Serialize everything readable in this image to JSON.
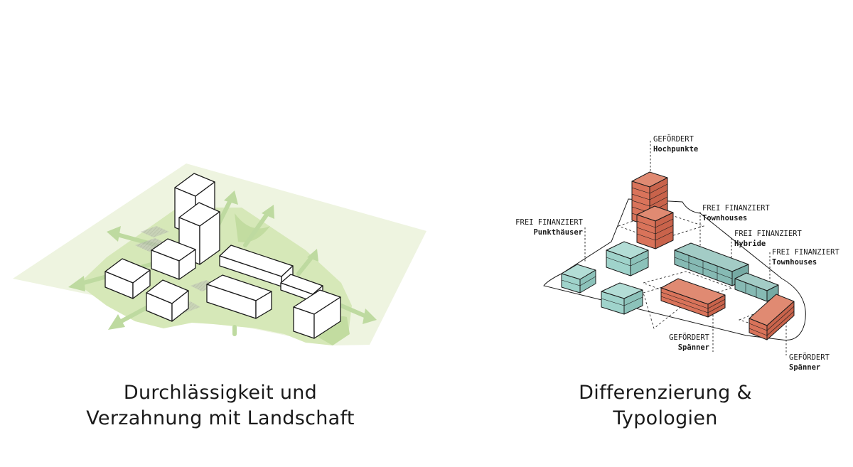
{
  "captions": {
    "left": [
      "Durchlässigkeit und",
      "Verzahnung mit Landschaft"
    ],
    "right": [
      "Differenzierung &",
      "Typologien"
    ]
  },
  "labels": {
    "hochpunkte": {
      "category": "GEFÖRDERT",
      "type": "Hochpunkte"
    },
    "townhouses_top": {
      "category": "FREI FINANZIERT",
      "type": "Townhouses"
    },
    "punkthaeuser": {
      "category": "FREI FINANZIERT",
      "type": "Punkthäuser"
    },
    "hybride": {
      "category": "FREI FINANZIERT",
      "type": "Hybride"
    },
    "townhouses_right": {
      "category": "FREI FINANZIERT",
      "type": "Townhouses"
    },
    "spaenner_mid": {
      "category": "GEFÖRDERT",
      "type": "Spänner"
    },
    "spaenner_right": {
      "category": "GEFÖRDERT",
      "type": "Spänner"
    }
  },
  "colors": {
    "landscape_light": "#eef4e0",
    "landscape_mid": "#d6e8b8",
    "landscape_dark": "#c2dca0",
    "arrow": "#bedaa0",
    "building_white": "#ffffff",
    "gefoerdert": "#d9735a",
    "frei_finanziert": "#9fd3cb",
    "hybride": "#86bab4"
  }
}
